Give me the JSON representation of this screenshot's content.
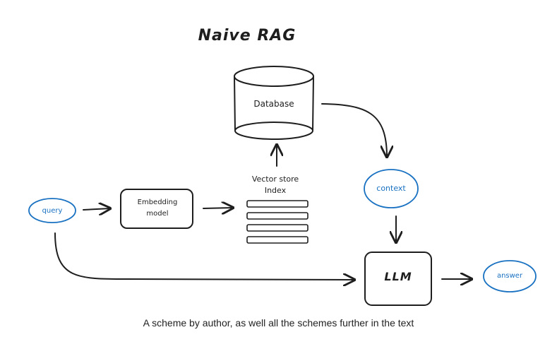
{
  "diagram": {
    "title": "Naive RAG",
    "nodes": {
      "database": "Database",
      "vector_store": [
        "Vector store",
        "Index"
      ],
      "embedding_model": [
        "Embedding",
        "model"
      ],
      "query": "query",
      "context": "context",
      "llm": "LLM",
      "answer": "answer"
    },
    "edges": [
      [
        "query",
        "embedding_model"
      ],
      [
        "embedding_model",
        "vector_store"
      ],
      [
        "vector_store",
        "database"
      ],
      [
        "database",
        "context"
      ],
      [
        "context",
        "llm"
      ],
      [
        "query",
        "llm"
      ],
      [
        "llm",
        "answer"
      ]
    ],
    "colors": {
      "stroke": "#1e1e1e",
      "accent": "#1971c2",
      "background": "#ffffff"
    }
  },
  "caption": "A scheme by author, as well all the schemes further in the text"
}
